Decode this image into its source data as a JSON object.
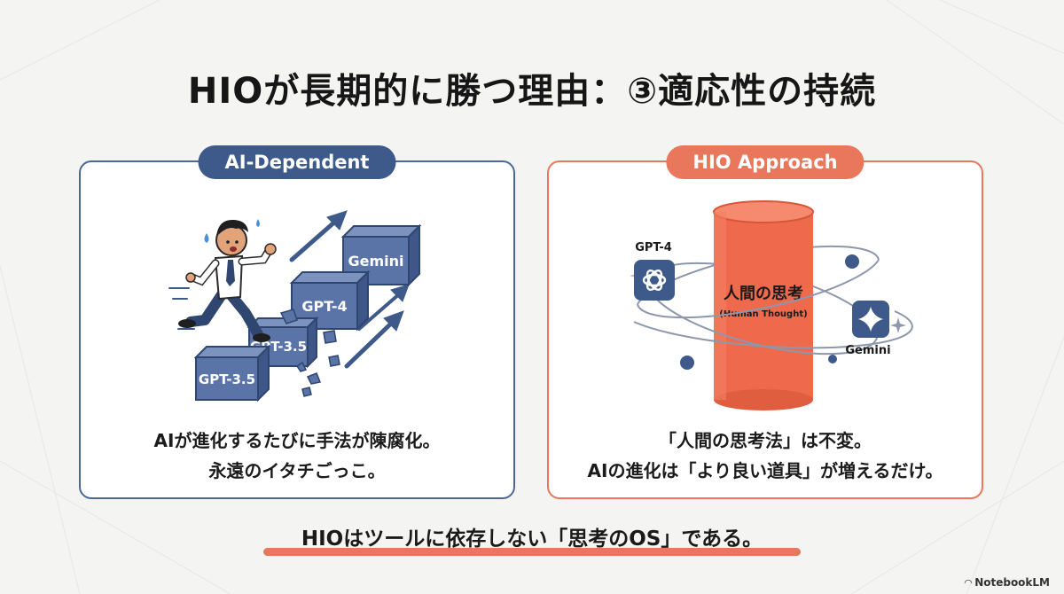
{
  "title": "HIOが長期的に勝つ理由：③適応性の持続",
  "left_panel": {
    "badge": "AI-Dependent",
    "blocks": [
      "Gemini",
      "GPT-4",
      "GPT-3.5",
      "GPT-3.5"
    ],
    "caption_line1": "AIが進化するたびに手法が陳腐化。",
    "caption_line2": "永遠のイタチごっこ。"
  },
  "right_panel": {
    "badge": "HIO Approach",
    "cylinder_label": "人間の思考",
    "cylinder_sublabel": "(Human Thought)",
    "tool_labels": [
      "GPT-4",
      "Gemini"
    ],
    "caption_line1": "「人間の思考法」は不変。",
    "caption_line2": "AIの進化は「より良い道具」が増えるだけ。"
  },
  "conclusion": "HIOはツールに依存しない「思考のOS」である。",
  "brand": "NotebookLM",
  "colors": {
    "navy": "#3d5a8a",
    "orange": "#e8775b",
    "cylinder": "#ef6a4c",
    "block": "#5b74a8"
  }
}
